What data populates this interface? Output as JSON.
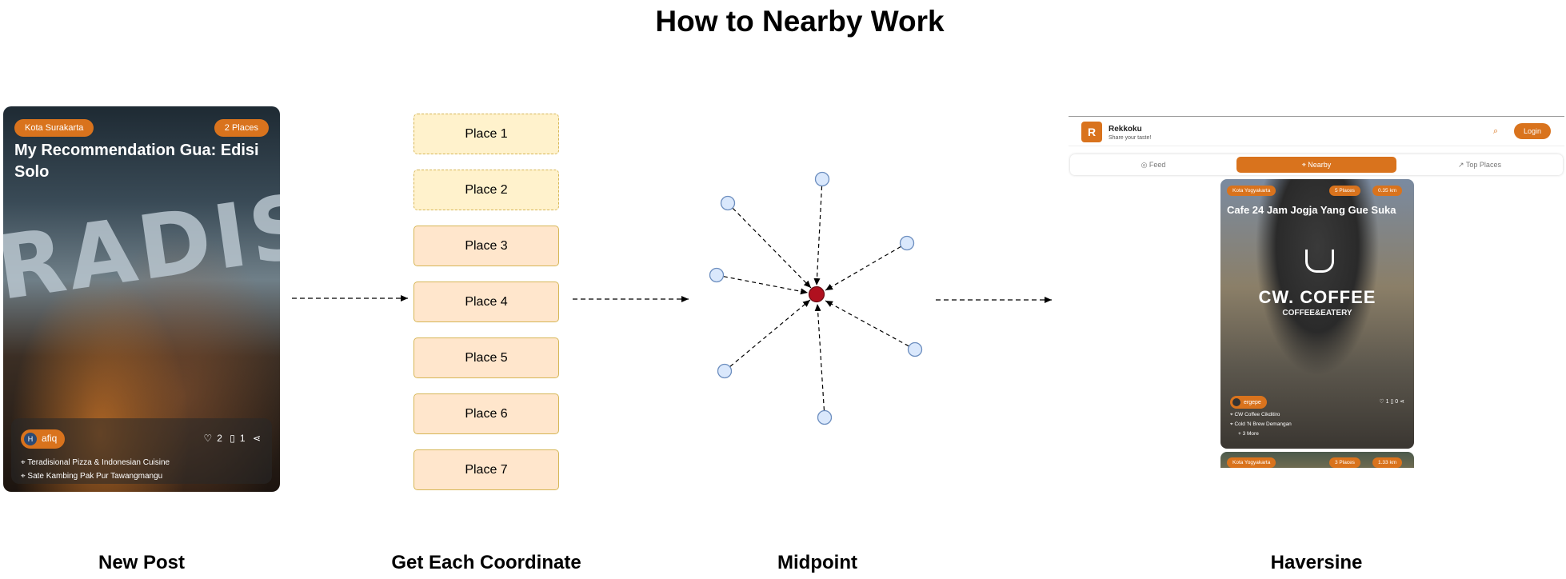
{
  "diagram": {
    "title": "How to Nearby Work",
    "stages": [
      "New Post",
      "Get Each Coordinate",
      "Midpoint",
      "Haversine"
    ]
  },
  "post": {
    "city": "Kota Surakarta",
    "count": "2 Places",
    "title": "My Recommendation Gua: Edisi Solo",
    "author_initial": "H",
    "author": "afiq",
    "likes": "2",
    "bookmarks": "1",
    "places": [
      "Teradisional Pizza & Indonesian Cuisine",
      "Sate Kambing Pak Pur Tawangmangu"
    ]
  },
  "places": [
    {
      "label": "Place 1",
      "style": "dashed"
    },
    {
      "label": "Place 2",
      "style": "dashed"
    },
    {
      "label": "Place 3",
      "style": "solid"
    },
    {
      "label": "Place 4",
      "style": "solid"
    },
    {
      "label": "Place 5",
      "style": "solid"
    },
    {
      "label": "Place 6",
      "style": "solid"
    },
    {
      "label": "Place 7",
      "style": "solid"
    }
  ],
  "midpoint": {
    "point_count": 7,
    "center_color": "#b0101f",
    "point_color": "#dae8fc"
  },
  "app": {
    "brand": "Rekkoku",
    "tagline": "Share your taste!",
    "login": "Login",
    "tabs": [
      "Feed",
      "Nearby",
      "Top Places"
    ],
    "active_tab": "Nearby",
    "card": {
      "city": "Kota Yogyakarta",
      "count": "5 Places",
      "distance": "0.35 km",
      "title": "Cafe 24 Jam Jogja Yang Gue Suka",
      "sign": "CW. COFFEE",
      "sign_sub": "COFFEE&EATERY",
      "author": "ergepe",
      "likes": "1",
      "bookmarks": "0",
      "places": [
        "CW Coffee Cikditiro",
        "Cold 'N Brew Demangan"
      ],
      "more": "+ 3 More"
    },
    "card2": {
      "city": "Kota Yogyakarta",
      "count": "3 Places",
      "distance": "1.33 km"
    }
  },
  "colors": {
    "accent": "#d9731d",
    "place_fill": "#ffe6cc",
    "place_dashed_fill": "#fff2cc",
    "place_border": "#d6b656"
  }
}
